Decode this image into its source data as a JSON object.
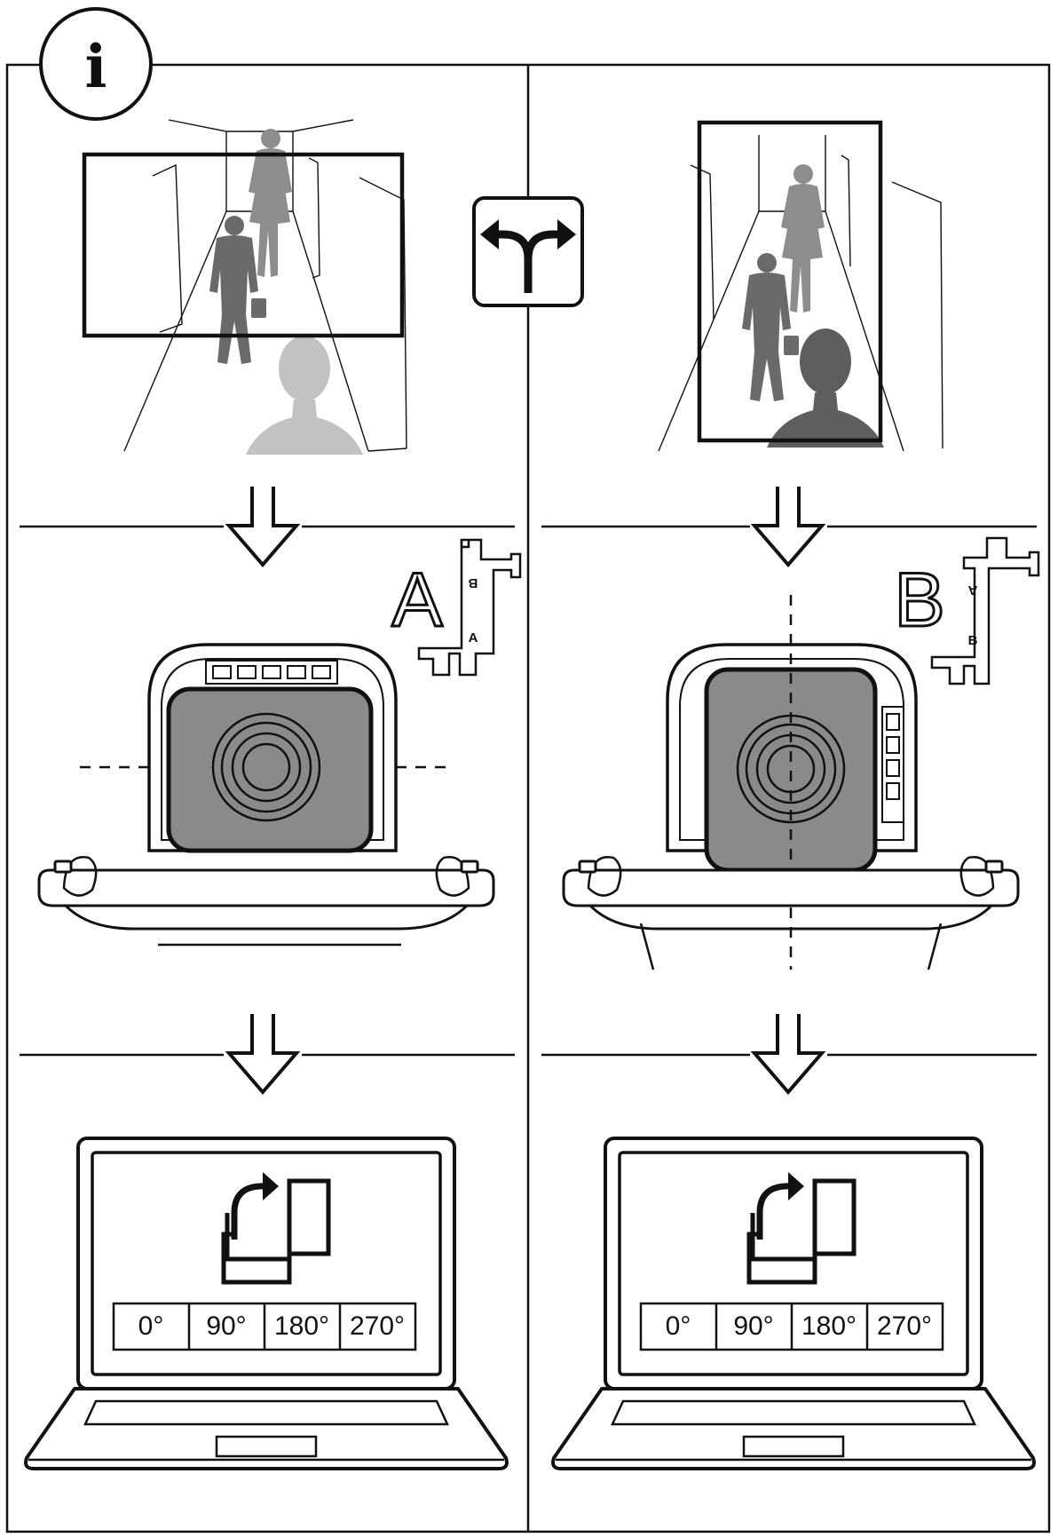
{
  "info": {
    "glyph": "i",
    "icon": "info-icon"
  },
  "icons": {
    "direction": "split-arrow-icon",
    "rotate": "rotate-screen-icon",
    "arrow": "down-arrow-icon"
  },
  "colors": {
    "line": "#111111",
    "person_dark": "#6f6f6f",
    "person_light": "#bdbdbd",
    "camera_body": "#8a8a8a"
  },
  "panels": {
    "left": {
      "mount_letter": "A",
      "bracket_labels": [
        "B",
        "A"
      ],
      "rotation_options": [
        "0°",
        "90°",
        "180°",
        "270°"
      ]
    },
    "right": {
      "mount_letter": "B",
      "bracket_labels": [
        "A",
        "B"
      ],
      "rotation_options": [
        "0°",
        "90°",
        "180°",
        "270°"
      ]
    }
  }
}
